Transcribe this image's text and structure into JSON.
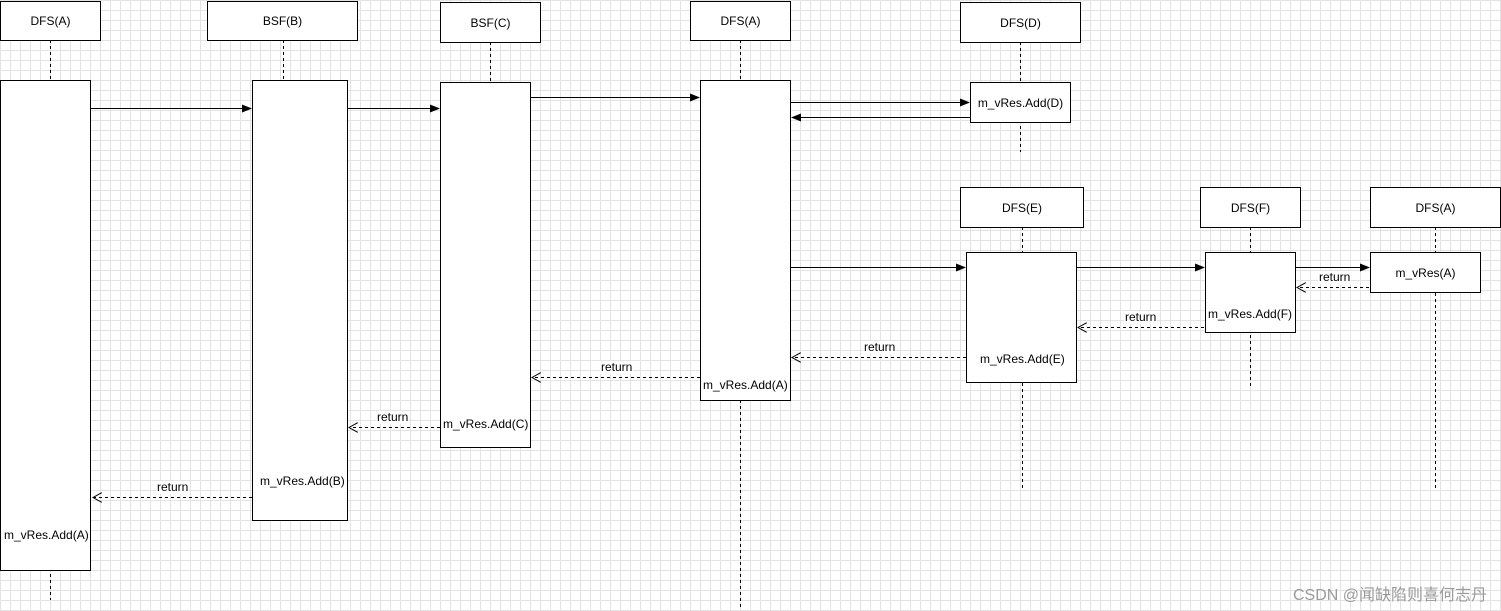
{
  "participants": {
    "p1": "DFS(A)",
    "p2": "BSF(B)",
    "p3": "BSF(C)",
    "p4": "DFS(A)",
    "p5": "DFS(D)",
    "p6": "DFS(E)",
    "p7": "DFS(F)",
    "p8": "DFS(A)"
  },
  "activations": {
    "a1": "m_vRes.Add(A)",
    "a2": "m_vRes.Add(B)",
    "a3": "m_vRes.Add(C)",
    "a4": "m_vRes.Add(A)",
    "a5": "m_vRes.Add(D)",
    "a6": "m_vRes.Add(E)",
    "a7": "m_vRes.Add(F)",
    "a8": "m_vRes(A)"
  },
  "messages": {
    "return_label": "return"
  },
  "watermark": "CSDN @闻缺陷则喜何志丹",
  "colors": {
    "line": "#000000",
    "grid": "#e3e3e3",
    "watermark": "#9a9a9a"
  }
}
